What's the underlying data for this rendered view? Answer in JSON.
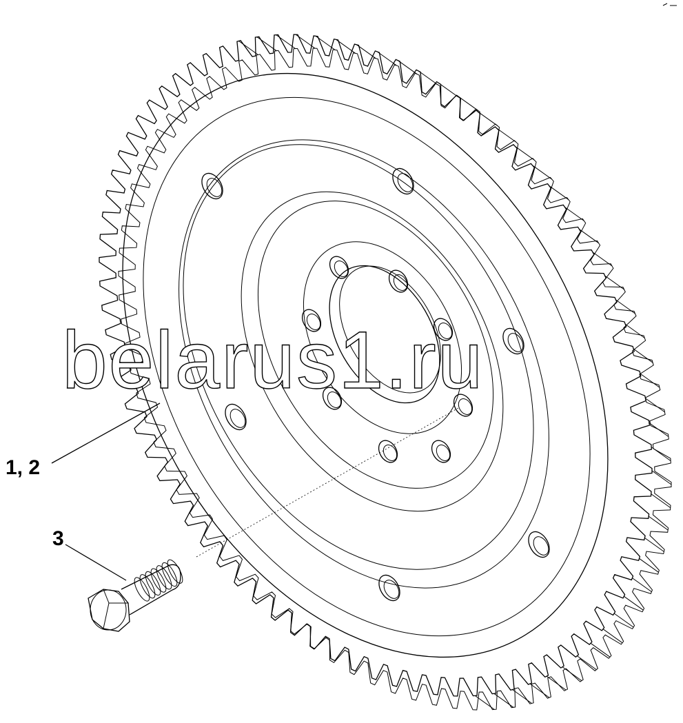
{
  "callouts": [
    {
      "id": "part-1-2",
      "label": "1, 2"
    },
    {
      "id": "part-3",
      "label": "3"
    }
  ],
  "watermark": {
    "text": "belarus1.ru"
  },
  "colors": {
    "line": "#000000",
    "background": "#ffffff"
  }
}
